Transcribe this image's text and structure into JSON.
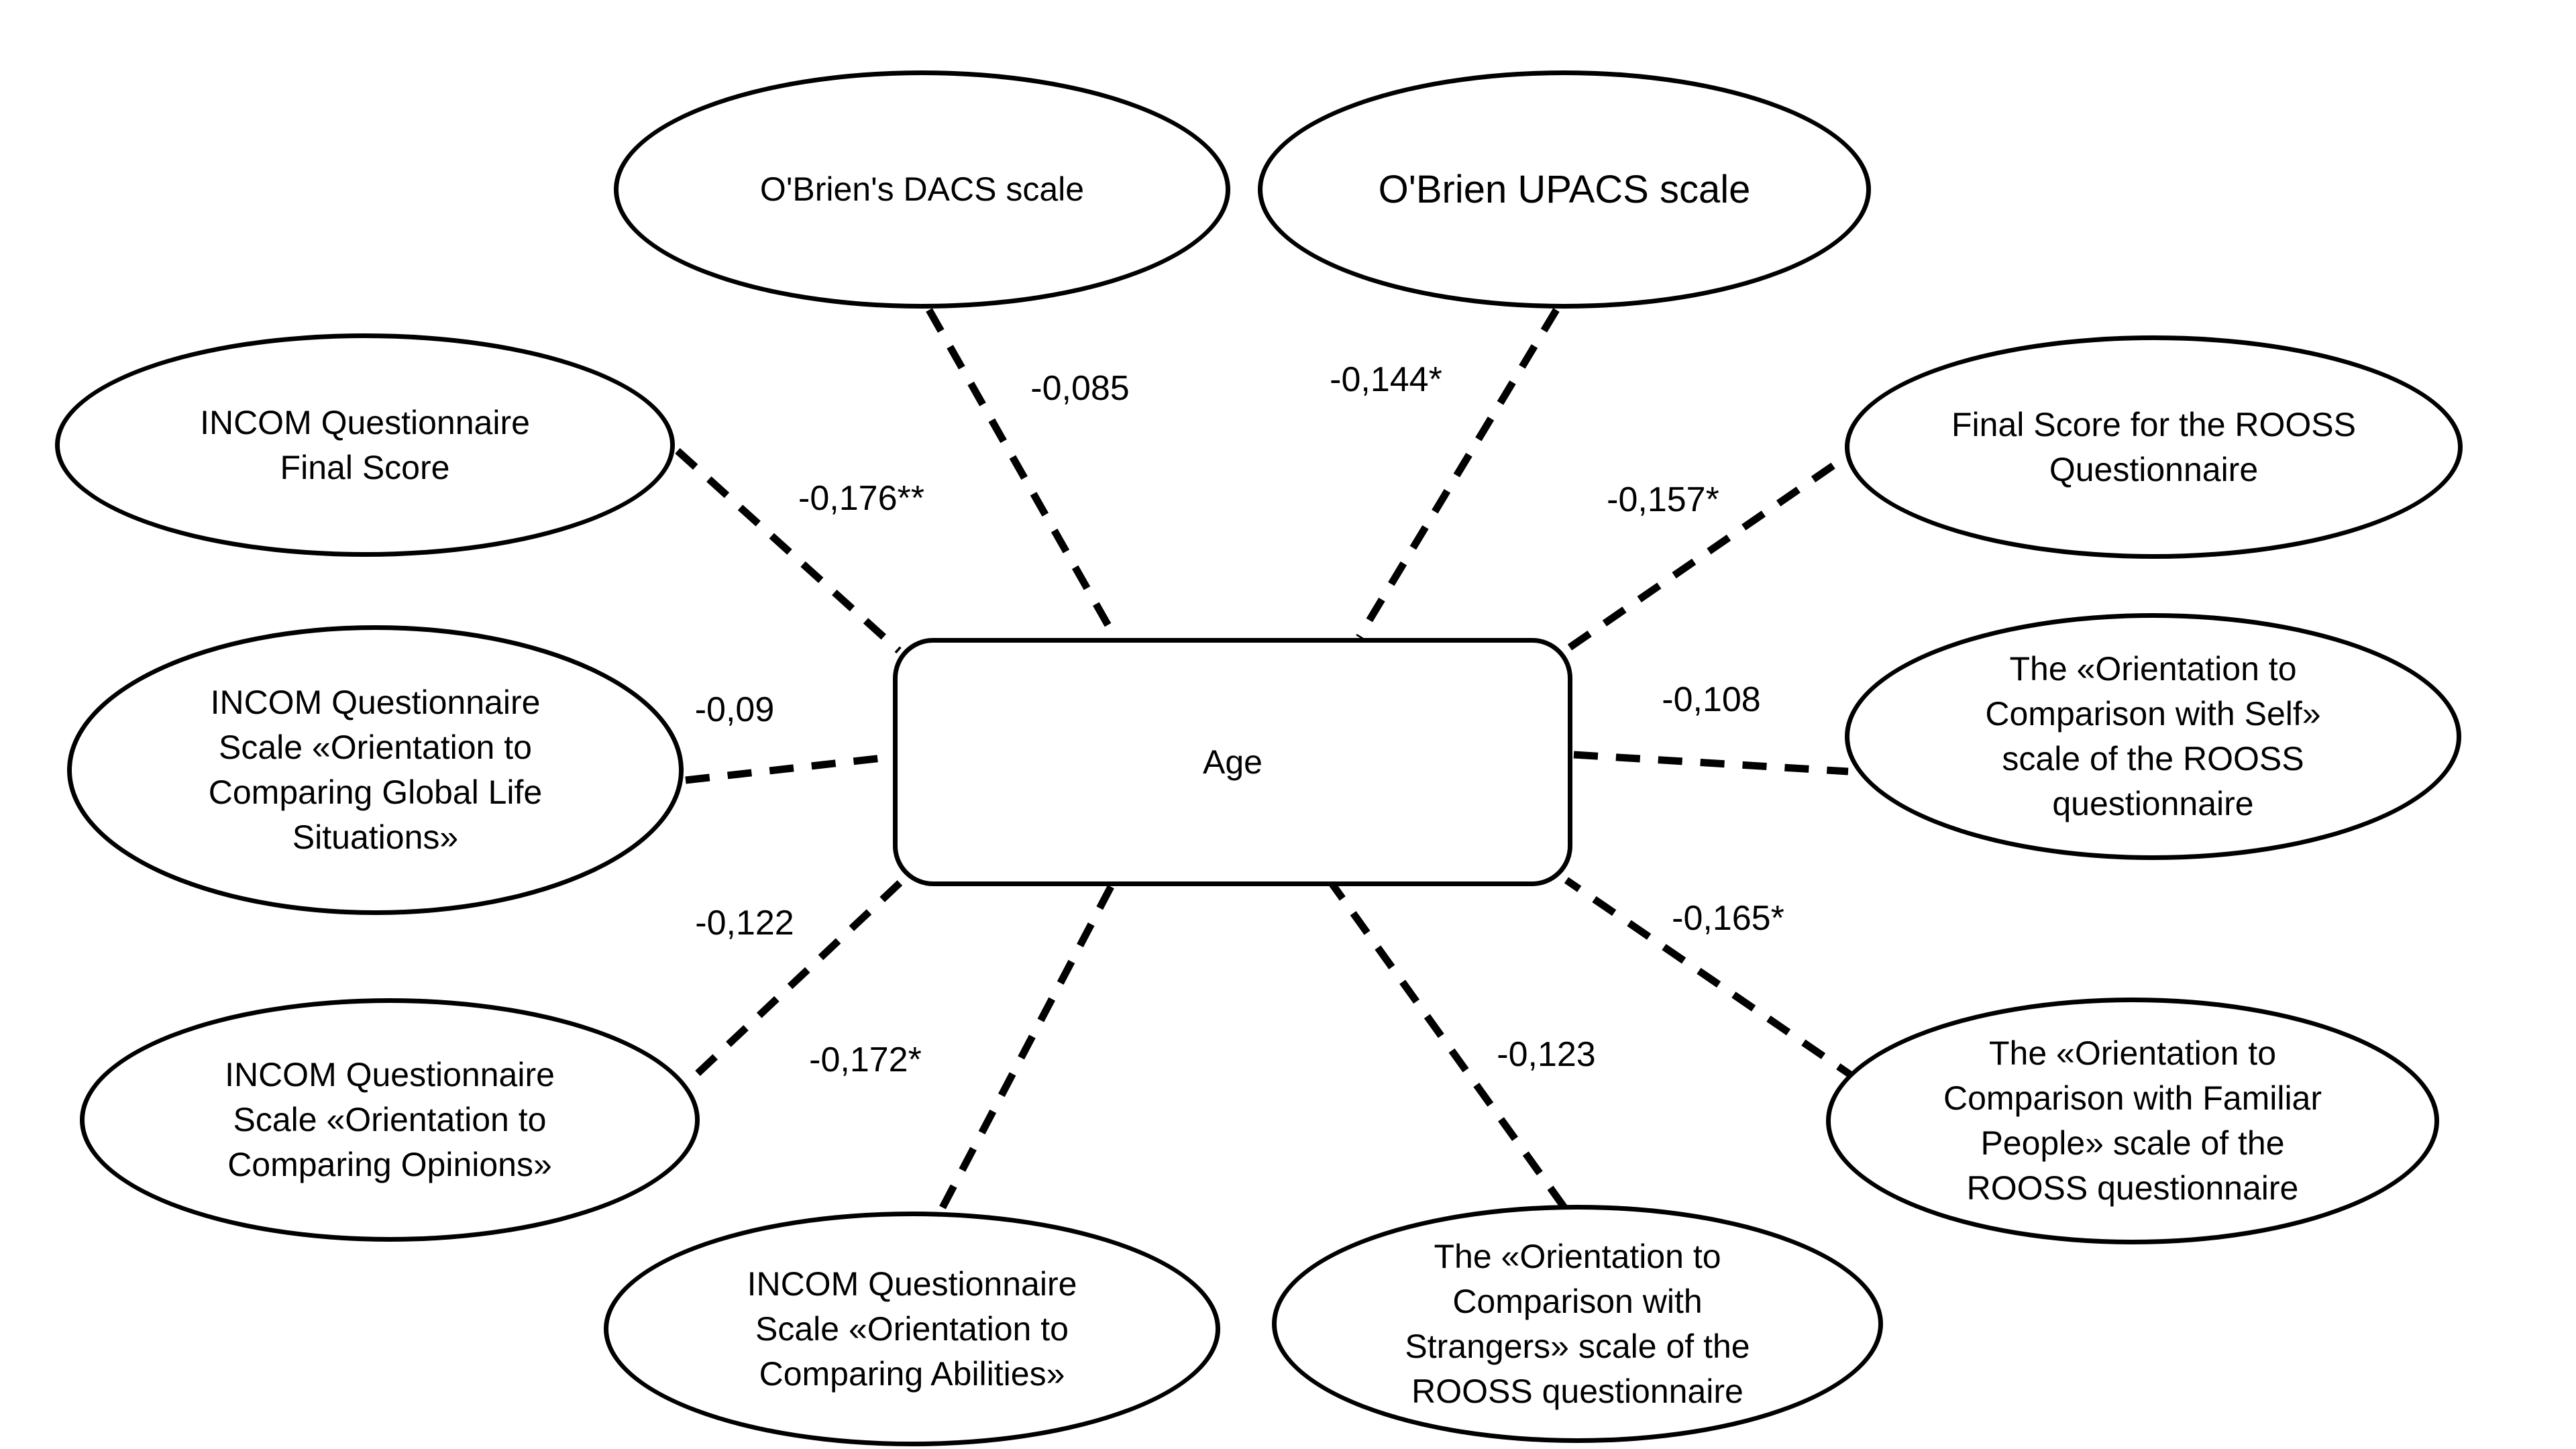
{
  "diagram": {
    "type": "correlation-diagram",
    "center": {
      "label": "Age"
    },
    "nodes": [
      {
        "id": "obriens-dacs-scale",
        "label": "O'Brien's DACS scale"
      },
      {
        "id": "obrien-upacs-scale",
        "label": "O'Brien UPACS scale"
      },
      {
        "id": "incom-final-score",
        "label": "INCOM Questionnaire\nFinal Score"
      },
      {
        "id": "incom-global-life",
        "label": "INCOM Questionnaire\nScale «Orientation to\nComparing Global Life\nSituations»"
      },
      {
        "id": "incom-opinions",
        "label": "INCOM Questionnaire\nScale «Orientation to\nComparing Opinions»"
      },
      {
        "id": "incom-abilities",
        "label": "INCOM Questionnaire\nScale «Orientation to\nComparing Abilities»"
      },
      {
        "id": "rooss-strangers",
        "label": "The «Orientation to\nComparison with\nStrangers» scale of the\nROOSS questionnaire"
      },
      {
        "id": "rooss-final-score",
        "label": "Final Score for the ROOSS\nQuestionnaire"
      },
      {
        "id": "rooss-self",
        "label": "The «Orientation to\nComparison with Self»\nscale of the ROOSS\nquestionnaire"
      },
      {
        "id": "rooss-familiar-people",
        "label": "The «Orientation to\nComparison with Familiar\nPeople» scale of the\nROOSS questionnaire"
      }
    ],
    "edges": [
      {
        "from": "age",
        "to": "obriens-dacs-scale",
        "value": "-0,085"
      },
      {
        "from": "age",
        "to": "obrien-upacs-scale",
        "value": "-0,144*"
      },
      {
        "from": "age",
        "to": "incom-final-score",
        "value": "-0,176**"
      },
      {
        "from": "age",
        "to": "rooss-final-score",
        "value": "-0,157*"
      },
      {
        "from": "age",
        "to": "incom-global-life",
        "value": "-0,09"
      },
      {
        "from": "age",
        "to": "rooss-self",
        "value": "-0,108"
      },
      {
        "from": "age",
        "to": "incom-opinions",
        "value": "-0,122"
      },
      {
        "from": "age",
        "to": "rooss-familiar-people",
        "value": "-0,165*"
      },
      {
        "from": "age",
        "to": "incom-abilities",
        "value": "-0,172*"
      },
      {
        "from": "age",
        "to": "rooss-strangers",
        "value": "-0,123"
      }
    ],
    "colors": {
      "background": "#ffffff",
      "stroke": "#000000",
      "text": "#000000"
    }
  }
}
